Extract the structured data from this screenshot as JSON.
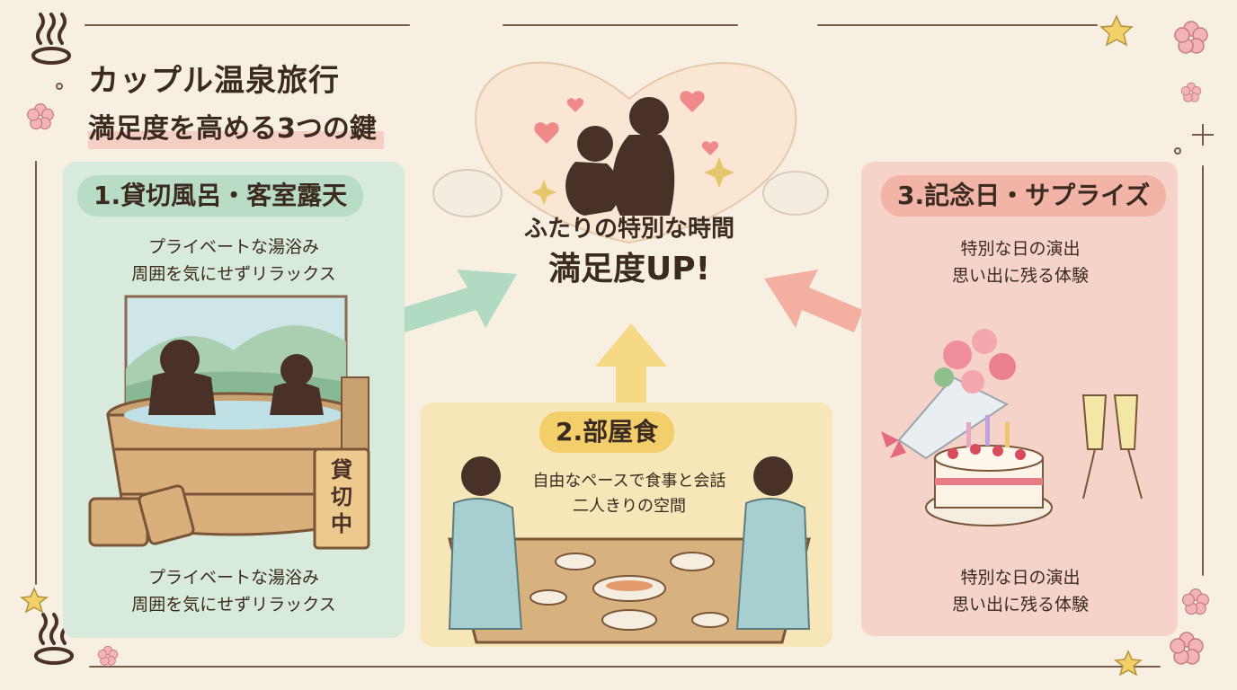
{
  "title": {
    "line1": "カップル温泉旅行",
    "line2": "満足度を高める3つの鍵"
  },
  "center": {
    "line1": "ふたりの特別な時間",
    "line2": "満足度UP!"
  },
  "section1": {
    "heading": "1.貸切風呂・客室露天",
    "text_top": [
      "プライベートな湯浴み",
      "周囲を気にせずリラックス"
    ],
    "text_bottom": [
      "プライベートな湯浴み",
      "周囲を気にせずリラックス"
    ],
    "sign": [
      "貸",
      "切",
      "中"
    ]
  },
  "section2": {
    "heading": "2.部屋食",
    "text": [
      "自由なペースで食事と会話",
      "二人きりの空間"
    ]
  },
  "section3": {
    "heading": "3.記念日・サプライズ",
    "text_top": [
      "特別な日の演出",
      "思い出に残る体験"
    ],
    "text_bottom": [
      "特別な日の演出",
      "思い出に残る体験"
    ]
  },
  "colors": {
    "background": "#f7f0e2",
    "panel1": "#d7eadb",
    "panel2": "#f6e6b8",
    "panel3": "#f5d3c9",
    "arrow_green": "#a9d7c0",
    "arrow_yellow": "#f4d77e",
    "arrow_pink": "#f2a99a",
    "silhouette": "#4a3128"
  },
  "icons": [
    "onsen-icon",
    "sakura-icon",
    "star-icon",
    "heart-icon",
    "sparkle-icon"
  ]
}
